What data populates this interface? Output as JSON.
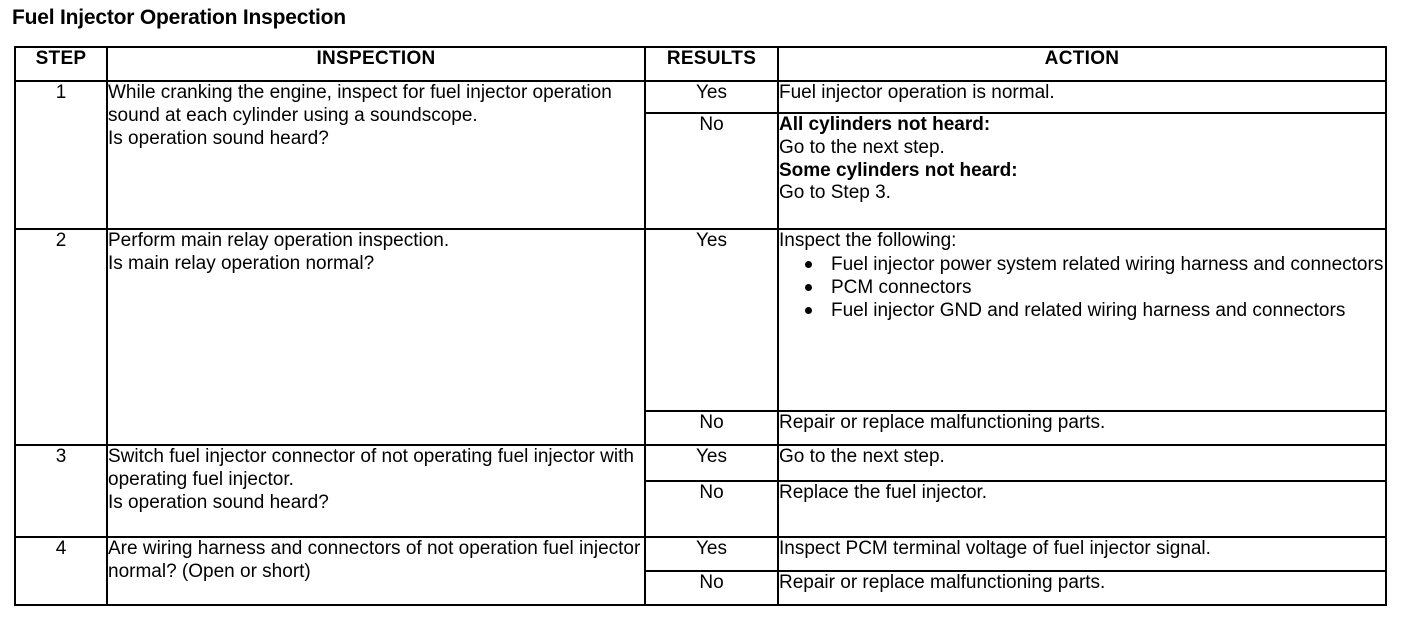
{
  "title": "Fuel Injector Operation Inspection",
  "table": {
    "headers": {
      "step": "STEP",
      "inspection": "INSPECTION",
      "results": "RESULTS",
      "action": "ACTION"
    },
    "rows": [
      {
        "step": "1",
        "inspection_lines": [
          "While cranking the engine, inspect for fuel injector operation sound at each cylinder using a soundscope.",
          "Is operation sound heard?"
        ],
        "results": [
          {
            "result": "Yes",
            "action_lines": [
              {
                "text": "Fuel injector operation is normal.",
                "bold": false
              }
            ]
          },
          {
            "result": "No",
            "action_lines": [
              {
                "text": "All cylinders not heard:",
                "bold": true
              },
              {
                "text": "Go to the next step.",
                "bold": false
              },
              {
                "text": "Some cylinders not heard:",
                "bold": true
              },
              {
                "text": "Go to Step 3.",
                "bold": false
              }
            ]
          }
        ]
      },
      {
        "step": "2",
        "inspection_lines": [
          "Perform main relay operation inspection.",
          "Is main relay operation normal?"
        ],
        "results": [
          {
            "result": "Yes",
            "action_lines": [
              {
                "text": "Inspect the following:",
                "bold": false
              }
            ],
            "bullets": [
              "Fuel injector power system related wiring harness and connectors",
              "PCM connectors",
              "Fuel injector GND and related wiring harness and connectors"
            ]
          },
          {
            "result": "No",
            "action_lines": [
              {
                "text": "Repair or replace malfunctioning parts.",
                "bold": false
              }
            ]
          }
        ]
      },
      {
        "step": "3",
        "inspection_lines": [
          "Switch fuel injector connector of not operating fuel injector with operating fuel injector.",
          "Is operation sound heard?"
        ],
        "results": [
          {
            "result": "Yes",
            "action_lines": [
              {
                "text": "Go to the next step.",
                "bold": false
              }
            ]
          },
          {
            "result": "No",
            "action_lines": [
              {
                "text": "Replace the fuel injector.",
                "bold": false
              }
            ]
          }
        ]
      },
      {
        "step": "4",
        "inspection_lines": [
          "Are wiring harness and connectors of not operation fuel injector normal? (Open or short)"
        ],
        "results": [
          {
            "result": "Yes",
            "action_lines": [
              {
                "text": "Inspect PCM terminal voltage of fuel injector signal.",
                "bold": false
              }
            ]
          },
          {
            "result": "No",
            "action_lines": [
              {
                "text": "Repair or replace malfunctioning parts.",
                "bold": false
              }
            ]
          }
        ]
      }
    ]
  }
}
